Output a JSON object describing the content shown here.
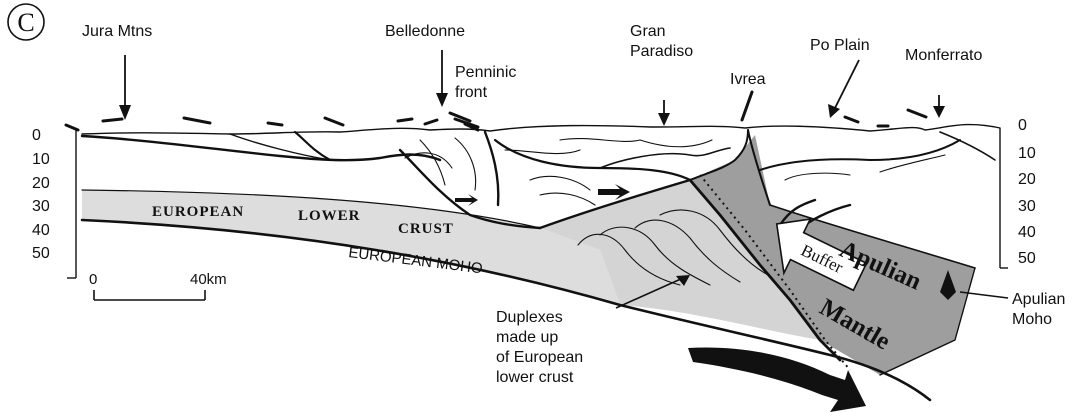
{
  "panel_label": "C",
  "places": {
    "jura": "Jura Mtns",
    "belledonne": "Belledonne",
    "penninic_front_line1": "Penninic",
    "penninic_front_line2": "front",
    "gran_paradiso_line1": "Gran",
    "gran_paradiso_line2": "Paradiso",
    "ivrea": "Ivrea",
    "po_plain": "Po Plain",
    "monferrato": "Monferrato"
  },
  "depth_axis": {
    "unit": "km",
    "ticks": [
      "0",
      "10",
      "20",
      "30",
      "40",
      "50"
    ]
  },
  "scale_bar": {
    "start": "0",
    "end": "40km"
  },
  "units": {
    "european_lower_crust": [
      "EUROPEAN",
      "LOWER",
      "CRUST"
    ],
    "european_moho": "EUROPEAN MOHO",
    "buffer": "Buffer",
    "apulian": "Apulian",
    "mantle": "Mantle"
  },
  "annotations": {
    "duplexes": [
      "Duplexes",
      "made up",
      "of European",
      "lower crust"
    ],
    "apulian_moho": [
      "Apulian",
      "Moho"
    ]
  },
  "colors": {
    "lower_crust": "#dddddd",
    "apulian_mantle": "#9e9e9e",
    "duplex_wedge": "#d4d4d4",
    "line": "#111111"
  }
}
